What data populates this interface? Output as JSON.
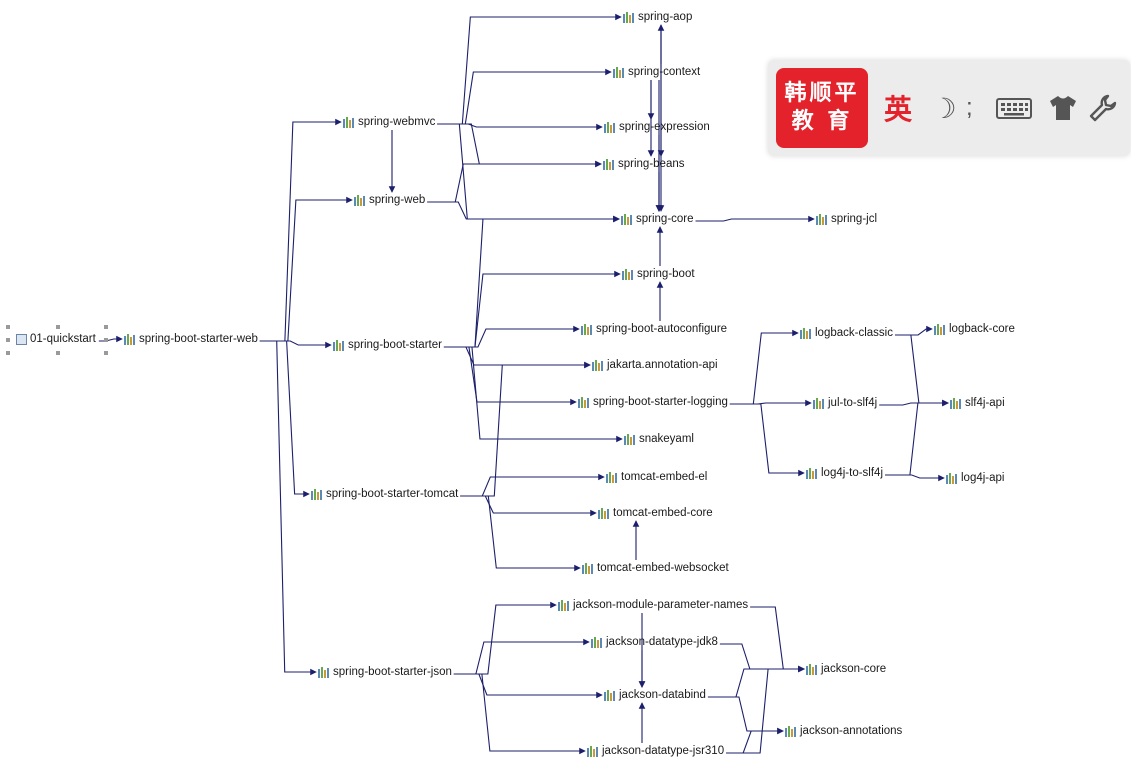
{
  "diagram": {
    "root": "01-quickstart",
    "nodes": {
      "quickstart": "01-quickstart",
      "starter_web": "spring-boot-starter-web",
      "webmvc": "spring-webmvc",
      "web": "spring-web",
      "starter": "spring-boot-starter",
      "starter_tomcat": "spring-boot-starter-tomcat",
      "starter_json": "spring-boot-starter-json",
      "aop": "spring-aop",
      "context": "spring-context",
      "expression": "spring-expression",
      "beans": "spring-beans",
      "core": "spring-core",
      "jcl": "spring-jcl",
      "boot": "spring-boot",
      "autoconfigure": "spring-boot-autoconfigure",
      "jakarta": "jakarta.annotation-api",
      "starter_logging": "spring-boot-starter-logging",
      "snakeyaml": "snakeyaml",
      "tomcat_el": "tomcat-embed-el",
      "tomcat_core": "tomcat-embed-core",
      "tomcat_ws": "tomcat-embed-websocket",
      "logback_classic": "logback-classic",
      "logback_core": "logback-core",
      "jul": "jul-to-slf4j",
      "slf4j": "slf4j-api",
      "log4j_slf4j": "log4j-to-slf4j",
      "log4j_api": "log4j-api",
      "jk_params": "jackson-module-parameter-names",
      "jk_jdk8": "jackson-datatype-jdk8",
      "jk_databind": "jackson-databind",
      "jk_jsr310": "jackson-datatype-jsr310",
      "jk_core": "jackson-core",
      "jk_annotations": "jackson-annotations"
    }
  },
  "ime_toolbar": {
    "logo_line1": "韩顺平",
    "logo_line2": "教 育",
    "lang": "英",
    "moon": "☽",
    "punct": ";",
    "icons": [
      "keyboard-icon",
      "shirt-icon",
      "wrench-icon"
    ],
    "logo_color": "#e3222b"
  },
  "colors": {
    "edge": "#1c1f6b",
    "text": "#1a1a1a"
  }
}
